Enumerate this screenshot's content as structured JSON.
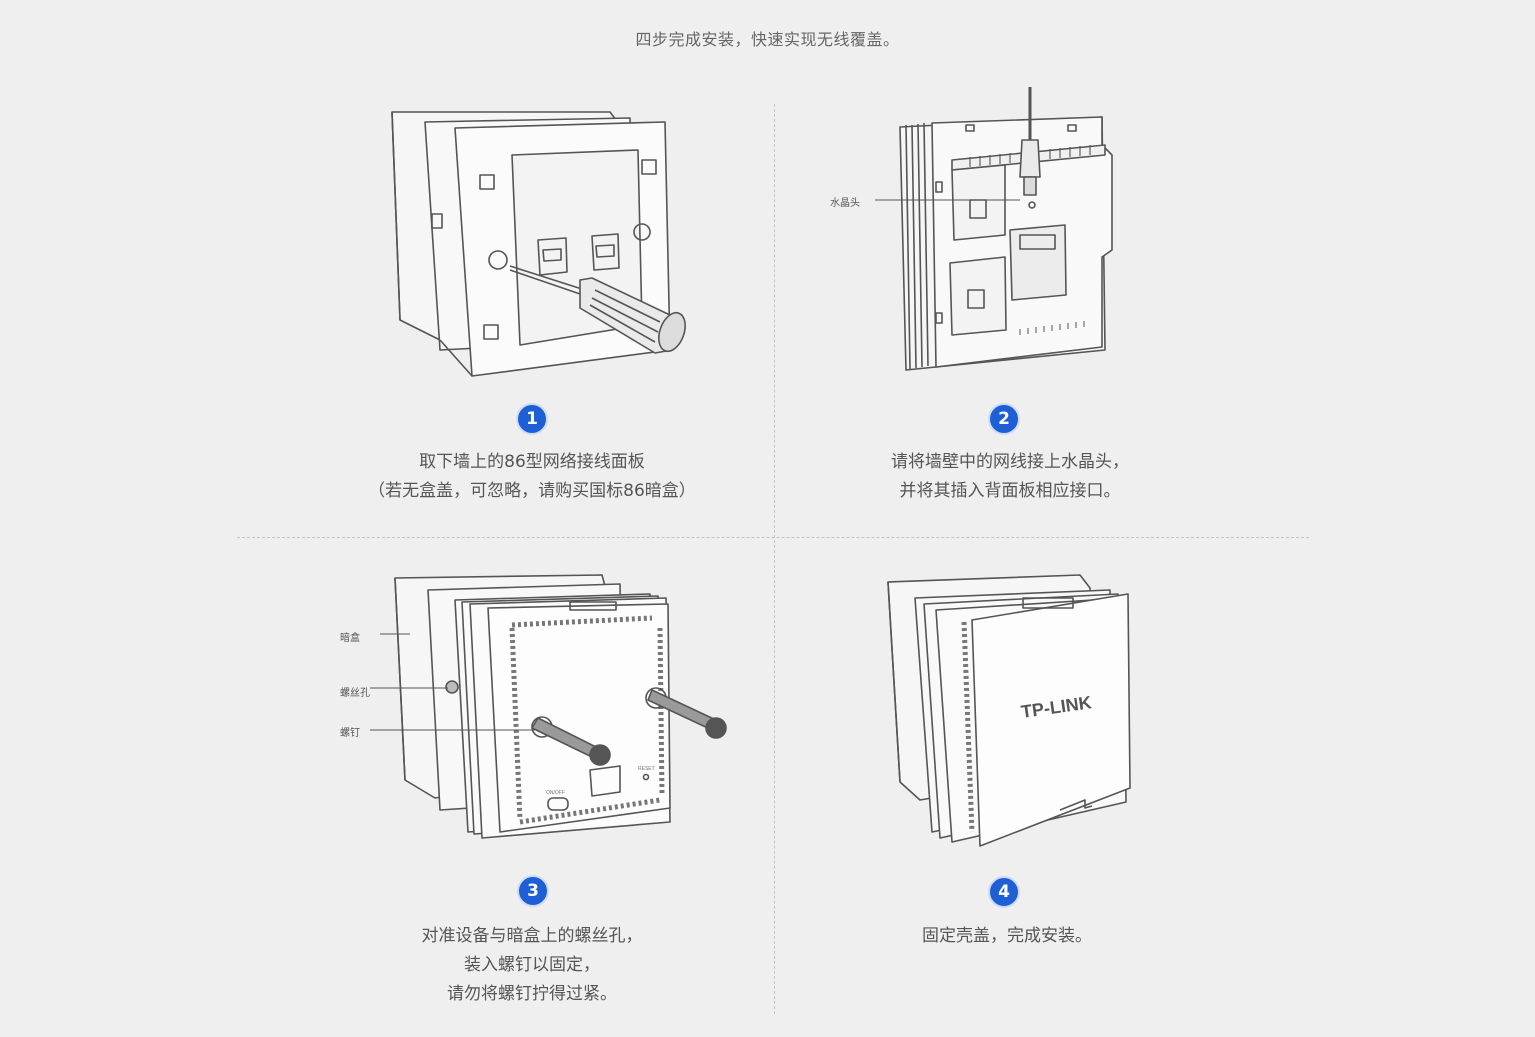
{
  "header": {
    "title": "四步完成安装，快速实现无线覆盖。"
  },
  "steps": [
    {
      "number": "1",
      "lines": [
        "取下墙上的86型网络接线面板",
        "（若无盒盖，可忽略，请购买国标86暗盒）"
      ],
      "callouts": []
    },
    {
      "number": "2",
      "lines": [
        "请将墙壁中的网线接上水晶头，",
        "并将其插入背面板相应接口。"
      ],
      "callouts": [
        "水晶头"
      ]
    },
    {
      "number": "3",
      "lines": [
        "对准设备与暗盒上的螺丝孔，",
        "装入螺钉以固定，",
        "请勿将螺钉拧得过紧。"
      ],
      "callouts": [
        "暗盒",
        "螺丝孔",
        "螺钉"
      ],
      "device_labels": [
        "ON/OFF",
        "RESET"
      ]
    },
    {
      "number": "4",
      "lines": [
        "固定壳盖，完成安装。"
      ],
      "callouts": [],
      "brand": "TP-LINK"
    }
  ]
}
